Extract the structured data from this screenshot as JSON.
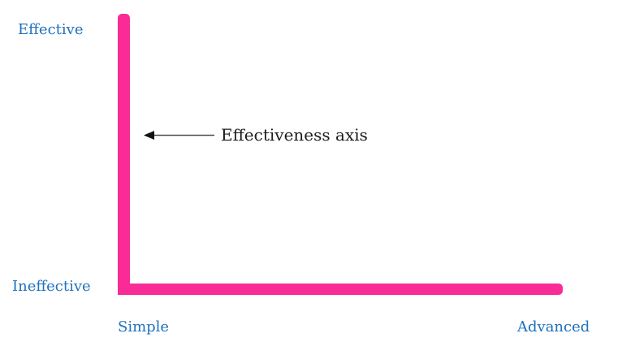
{
  "diagram": {
    "title": "",
    "colors": {
      "background": "#ffffff",
      "axis": "#F92B96",
      "label": "#1F71BE",
      "annotation": "#1c1c1c",
      "arrow_line": "#4d4d4d",
      "arrow_head": "#111111"
    },
    "axes": {
      "vertical_axis_name": "effectiveness-axis",
      "horizontal_axis_name": "simplicity-axis"
    },
    "labels": {
      "y_top": "Effective",
      "y_bottom": "Ineffective",
      "x_left": "Simple",
      "x_right": "Advanced"
    },
    "annotation": {
      "text": "Effectiveness axis"
    }
  }
}
